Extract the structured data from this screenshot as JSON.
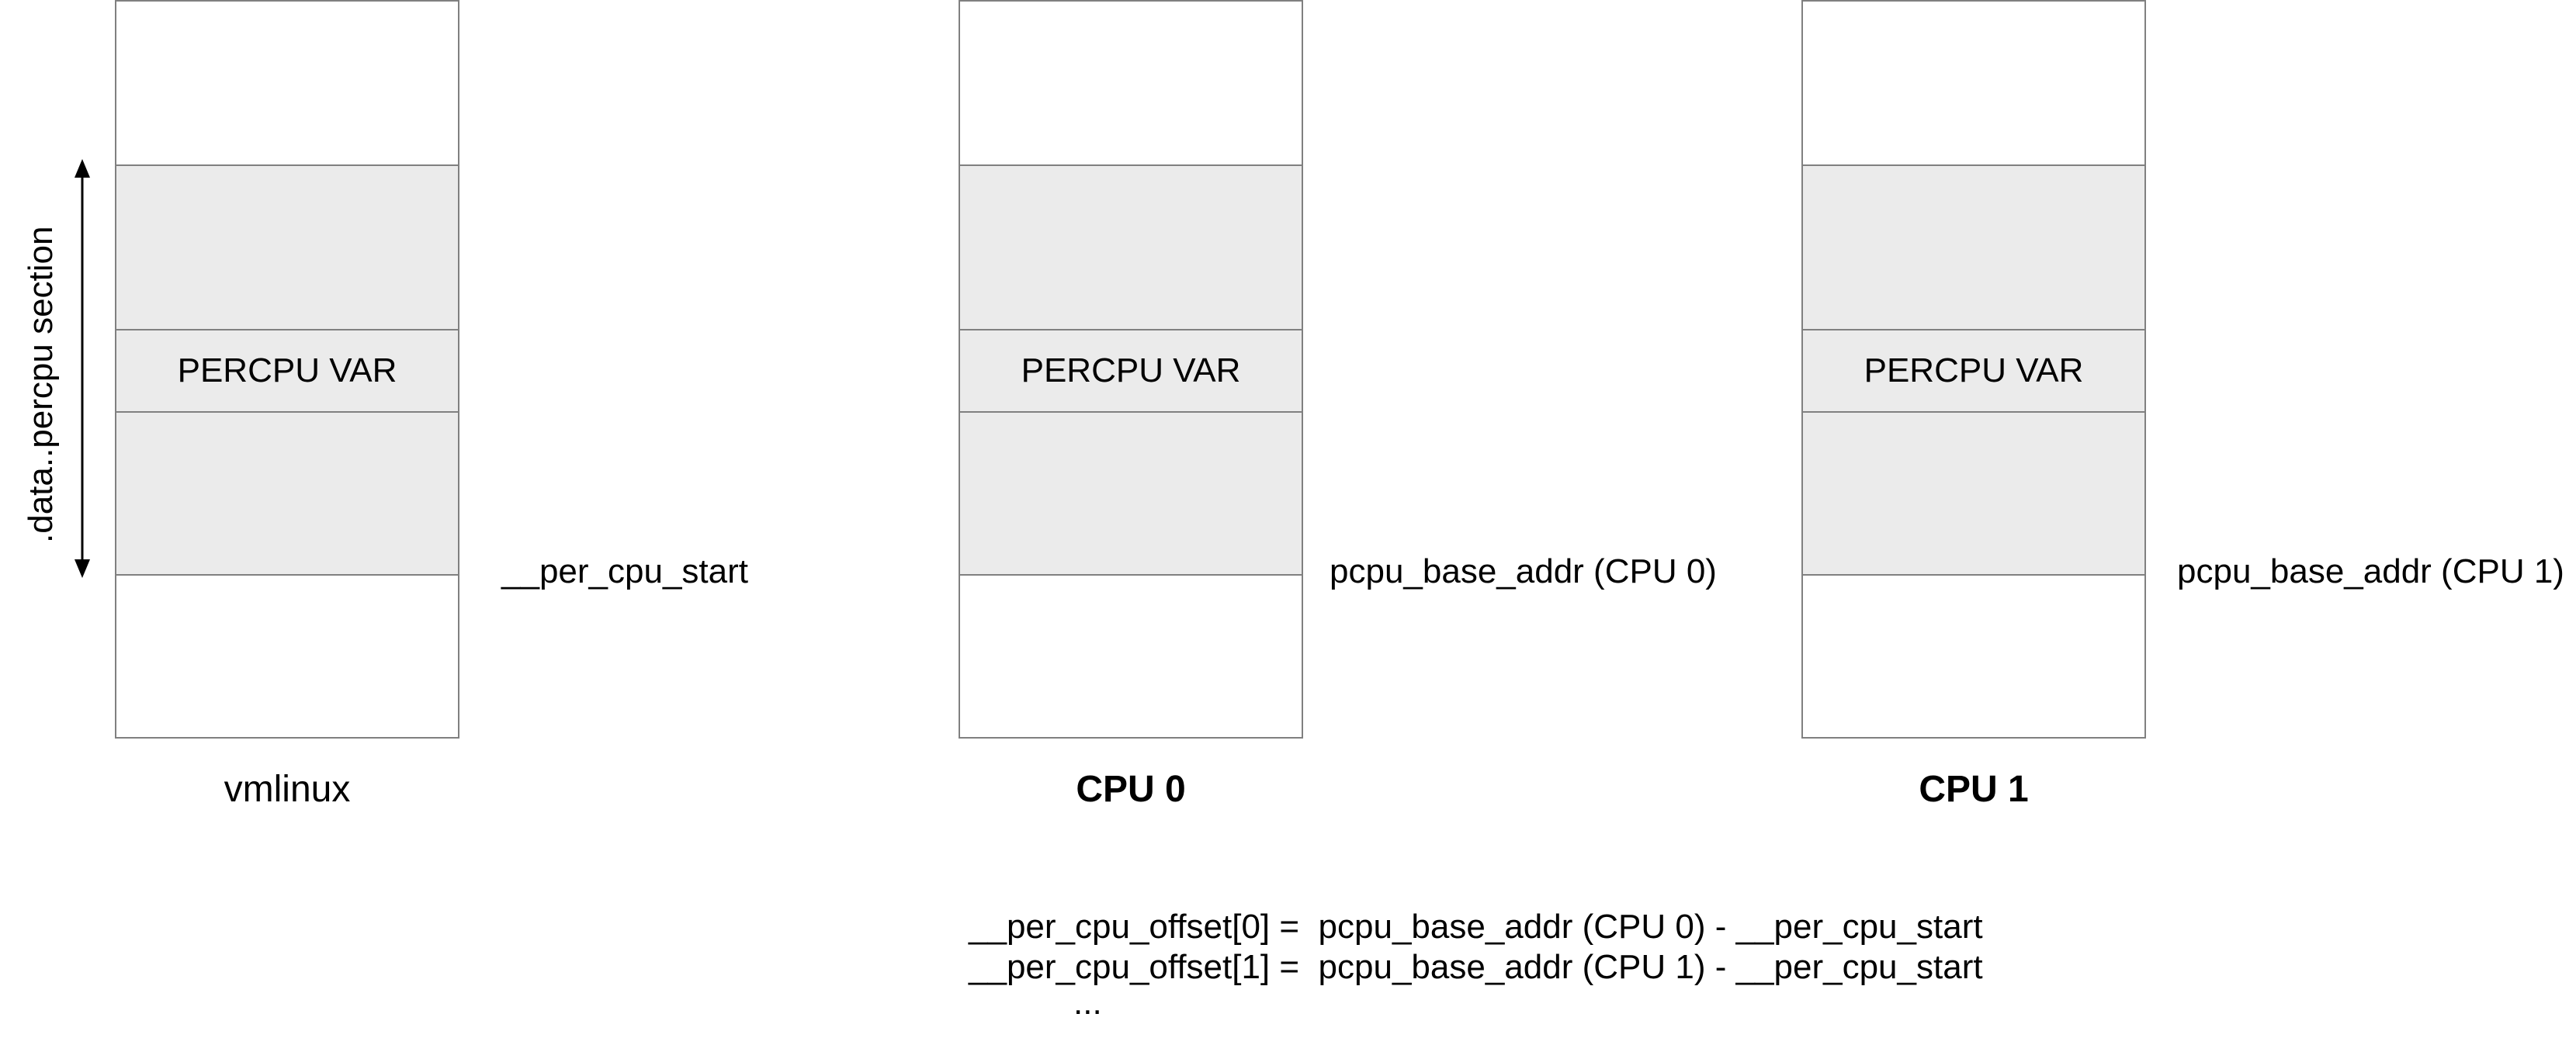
{
  "section_label": ".data..percpu section",
  "columns": [
    {
      "var_label": "PERCPU VAR",
      "title": "vmlinux",
      "side_label": "__per_cpu_start"
    },
    {
      "var_label": "PERCPU VAR",
      "title": "CPU 0",
      "side_label": "pcpu_base_addr (CPU 0)"
    },
    {
      "var_label": "PERCPU VAR",
      "title": "CPU 1",
      "side_label": "pcpu_base_addr (CPU 1)"
    }
  ],
  "formulas": [
    "__per_cpu_offset[0] =  pcpu_base_addr (CPU 0) - __per_cpu_start",
    "__per_cpu_offset[1] =  pcpu_base_addr (CPU 1) - __per_cpu_start"
  ],
  "ellipsis": "..."
}
